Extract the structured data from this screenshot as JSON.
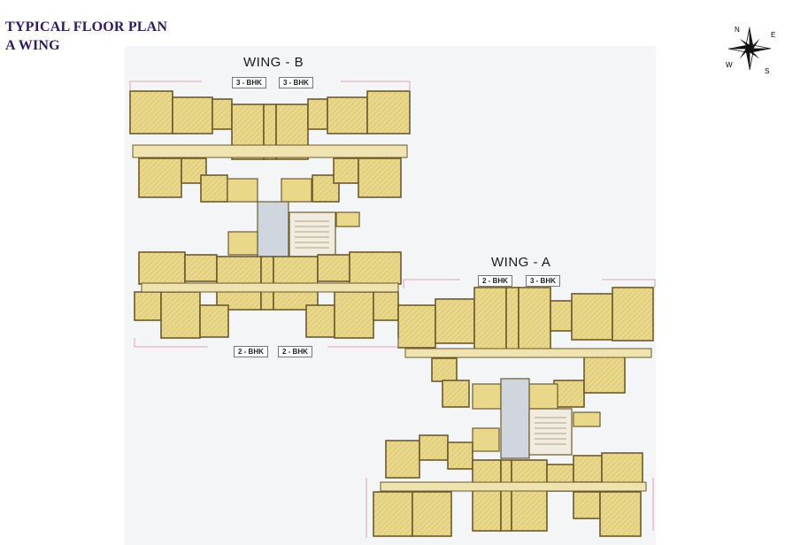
{
  "header": {
    "title_line1": "TYPICAL FLOOR PLAN",
    "title_line2": "A WING"
  },
  "compass": {
    "north": "N",
    "south": "S",
    "east": "E",
    "west": "W"
  },
  "wing_b": {
    "label": "WING - B",
    "top_units": [
      "3 - BHK",
      "3 - BHK"
    ],
    "bottom_units": [
      "2 - BHK",
      "2 - BHK"
    ]
  },
  "wing_a": {
    "label": "WING - A",
    "top_units": [
      "2 - BHK",
      "3 - BHK"
    ]
  },
  "colors": {
    "title": "#2f1a63",
    "room_fill": "#e9d78a",
    "room_border": "#6d5a2e",
    "core_fill": "#cfd6dd",
    "background": "#f4f5f7"
  }
}
